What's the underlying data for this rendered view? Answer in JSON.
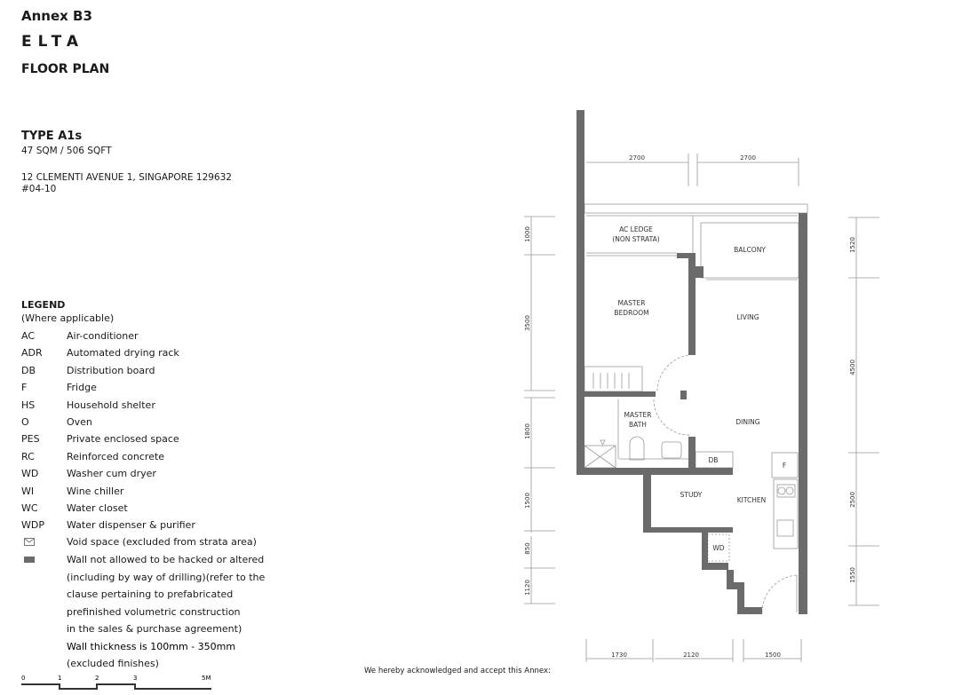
{
  "header": {
    "annex": "Annex  B3",
    "project": "ELTA",
    "subtitle": "FLOOR PLAN"
  },
  "unit": {
    "type": "TYPE A1s",
    "area": "47 SQM / 506 SQFT",
    "address": "12 CLEMENTI AVENUE 1, SINGAPORE 129632",
    "unit_no": "#04-10"
  },
  "legend": {
    "title": "LEGEND",
    "subtitle": "(Where applicable)",
    "items": [
      {
        "code": "AC",
        "desc": "Air-conditioner"
      },
      {
        "code": "ADR",
        "desc": "Automated drying rack"
      },
      {
        "code": "DB",
        "desc": "Distribution board"
      },
      {
        "code": "F",
        "desc": "Fridge"
      },
      {
        "code": "HS",
        "desc": "Household shelter"
      },
      {
        "code": "O",
        "desc": "Oven"
      },
      {
        "code": "PES",
        "desc": "Private enclosed space"
      },
      {
        "code": "RC",
        "desc": "Reinforced concrete"
      },
      {
        "code": "WD",
        "desc": "Washer cum dryer"
      },
      {
        "code": "WI",
        "desc": "Wine chiller"
      },
      {
        "code": "WC",
        "desc": "Water closet"
      },
      {
        "code": "WDP",
        "desc": "Water dispenser & purifier"
      }
    ],
    "void_desc": "Void space (excluded from strata area)",
    "wall_desc": [
      "Wall not allowed to be hacked or altered",
      "(including by way of drilling)(refer to the",
      "clause pertaining to prefabricated",
      "prefinished volumetric construction",
      "in the sales & purchase agreement)"
    ],
    "thickness": [
      "Wall thickness is 100mm - 350mm",
      "(excluded finishes)"
    ]
  },
  "scale": {
    "ticks": [
      "0",
      "1",
      "2",
      "3",
      "5M"
    ]
  },
  "rooms": {
    "ac_ledge": [
      "AC LEDGE",
      "(NON STRATA)"
    ],
    "balcony": "BALCONY",
    "master_bedroom": [
      "MASTER",
      "BEDROOM"
    ],
    "living": "LIVING",
    "master_bath": [
      "MASTER",
      "BATH"
    ],
    "dining": "DINING",
    "db": "DB",
    "fridge": "F",
    "study": "STUDY",
    "kitchen": "KITCHEN",
    "wd": "WD"
  },
  "dimensions": {
    "top": [
      "2700",
      "2700"
    ],
    "left": [
      "1000",
      "3500",
      "1800",
      "1500",
      "850",
      "1120"
    ],
    "right": [
      "1520",
      "4500",
      "2500",
      "1550"
    ],
    "bottom": [
      "1730",
      "2120",
      "1500"
    ]
  },
  "footer": {
    "accept": "We hereby acknowledged and accept this Annex:"
  },
  "colors": {
    "wall": "#6b6b6b",
    "line": "#999999",
    "text": "#1a1a1a"
  }
}
